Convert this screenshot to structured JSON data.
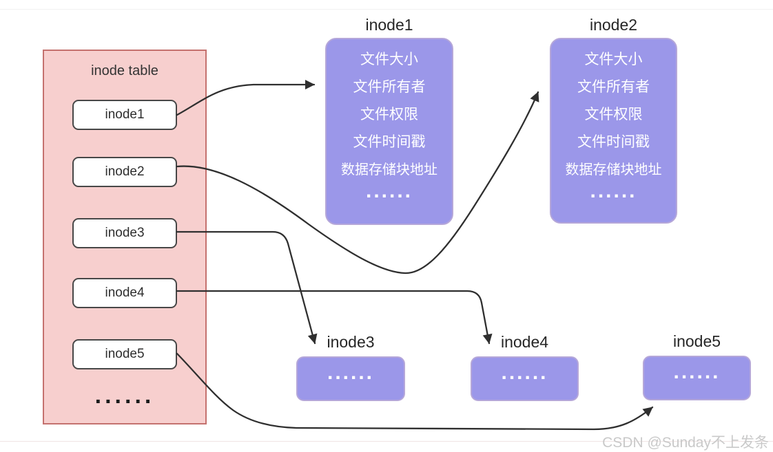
{
  "diagram": {
    "table": {
      "title": "inode table",
      "entries": [
        "inode1",
        "inode2",
        "inode3",
        "inode4",
        "inode5"
      ],
      "ellipsis": "......"
    },
    "detail_boxes": [
      {
        "title": "inode1",
        "fields": [
          "文件大小",
          "文件所有者",
          "文件权限",
          "文件时间戳",
          "数据存储块地址"
        ],
        "ellipsis": "......"
      },
      {
        "title": "inode2",
        "fields": [
          "文件大小",
          "文件所有者",
          "文件权限",
          "文件时间戳",
          "数据存储块地址"
        ],
        "ellipsis": "......"
      }
    ],
    "small_boxes": [
      {
        "title": "inode3",
        "ellipsis": "......"
      },
      {
        "title": "inode4",
        "ellipsis": "......"
      },
      {
        "title": "inode5",
        "ellipsis": "......"
      }
    ],
    "colors": {
      "table_fill": "#f7cfce",
      "table_border": "#c4716e",
      "box_fill": "#9b97e9",
      "box_border": "#b5a7d9",
      "entry_border": "#474747",
      "arrow": "#2f2f2f"
    },
    "watermark": "CSDN @Sunday不上发条"
  }
}
